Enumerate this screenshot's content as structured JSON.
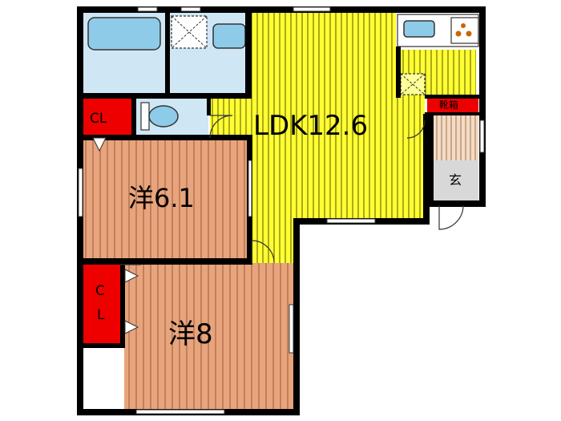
{
  "rooms": {
    "ldk": "LDK12.6",
    "western_6": "洋6.1",
    "western_8": "洋8",
    "closet_upper": "CL",
    "closet_lower_c": "C",
    "closet_lower_l": "L",
    "shoe_box": "靴箱",
    "entrance": "玄"
  },
  "colors": {
    "ldk_floor": "#ffff33",
    "ldk_stripe": "#555500",
    "wood_floor": "#e8a47c",
    "wood_stripe": "#9a5a3a",
    "closet": "#ee0000",
    "wet_area": "#cfe6f5",
    "fixture_blue": "#8ecbe8",
    "wall": "#000000",
    "entrance_floor": "#d8d8d8",
    "stairs": "#f2d2b8"
  },
  "icons": [
    "bathtub-icon",
    "washing-machine-icon",
    "washbasin-icon",
    "toilet-icon",
    "kitchen-sink-icon",
    "stove-icon",
    "refrigerator-space-icon",
    "door-swing-icon",
    "window-icon"
  ]
}
